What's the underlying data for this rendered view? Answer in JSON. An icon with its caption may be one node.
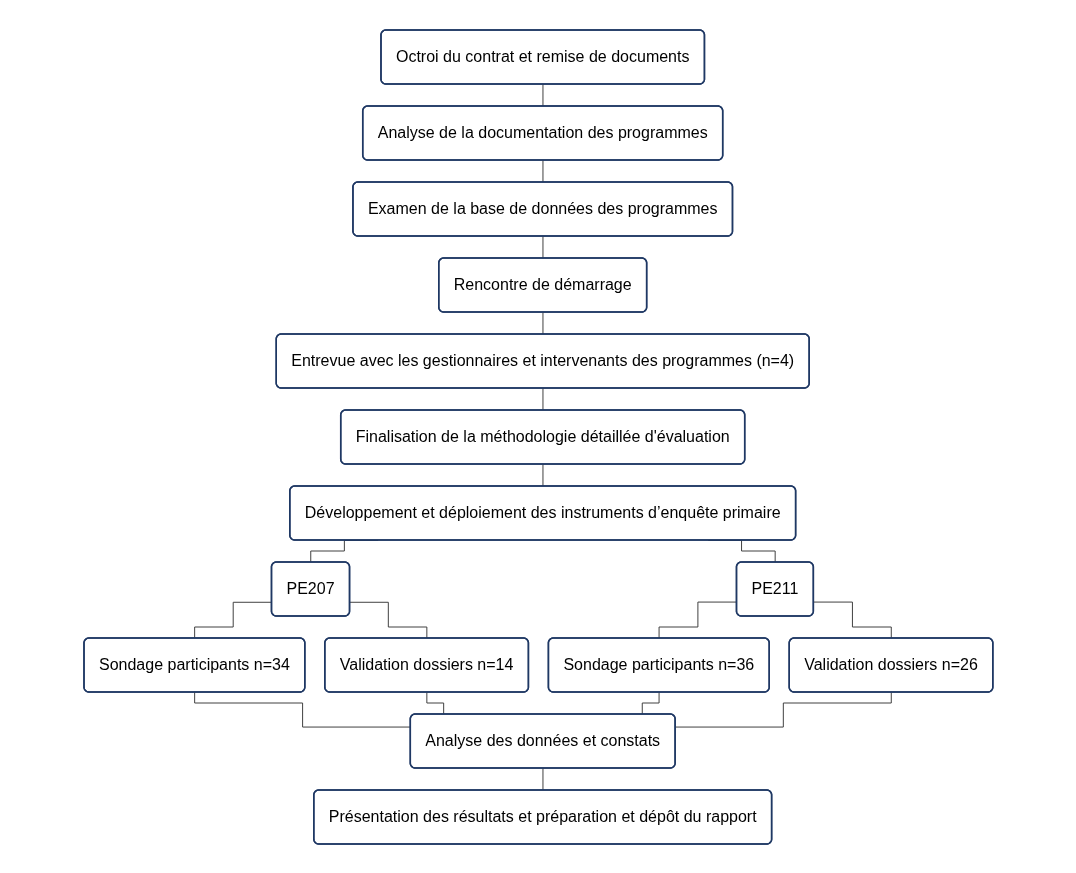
{
  "diagram": {
    "nodes": [
      {
        "text": [
          "Octroi du contrat et remise de documents"
        ]
      },
      {
        "text": [
          "Analyse de la documentation des programmes"
        ]
      },
      {
        "text": [
          "Examen de la base de données des programmes"
        ]
      },
      {
        "text": [
          "Rencontre de démarrage"
        ]
      },
      {
        "text": [
          "Entrevue avec les gestionnaires et intervenants des programmes (n=4)"
        ]
      },
      {
        "text": [
          "Finalisation de la méthodologie détaillée d'évaluation"
        ]
      },
      {
        "text": [
          "Développement et déploiement des instruments d’enquête primaire"
        ]
      },
      {
        "text": [
          "PE207"
        ]
      },
      {
        "text": [
          "PE211"
        ]
      },
      {
        "text": [
          "Sondage participants n=34"
        ]
      },
      {
        "text": [
          "Validation dossiers n=14"
        ]
      },
      {
        "text": [
          "Sondage participants n=36"
        ]
      },
      {
        "text": [
          "Validation dossiers n=26"
        ]
      },
      {
        "text": [
          "Analyse des données et constats"
        ]
      },
      {
        "text": [
          "Présentation des résultats et préparation et dépôt du rapport"
        ]
      }
    ],
    "edges": [
      {
        "from": 0,
        "to": 1,
        "arrow": "none"
      },
      {
        "from": 1,
        "to": 2,
        "arrow": "none"
      },
      {
        "from": 2,
        "to": 3,
        "arrow": "none"
      },
      {
        "from": 3,
        "to": 4,
        "arrow": "none"
      },
      {
        "from": 4,
        "to": 5,
        "arrow": "none"
      },
      {
        "from": 5,
        "to": 6,
        "arrow": "none"
      },
      {
        "from": 6,
        "to": 7,
        "arrow": "none"
      },
      {
        "from": 6,
        "to": 8,
        "arrow": "none"
      },
      {
        "from": 7,
        "to": 9,
        "arrow": "none"
      },
      {
        "from": 7,
        "to": 10,
        "arrow": "none"
      },
      {
        "from": 8,
        "to": 11,
        "arrow": "none"
      },
      {
        "from": 8,
        "to": 12,
        "arrow": "none"
      },
      {
        "from": 9,
        "to": 13,
        "arrow": "none"
      },
      {
        "from": 10,
        "to": 13,
        "arrow": "none"
      },
      {
        "from": 11,
        "to": 13,
        "arrow": "none"
      },
      {
        "from": 12,
        "to": 13,
        "arrow": "none"
      },
      {
        "from": 13,
        "to": 14,
        "arrow": "none"
      }
    ]
  }
}
